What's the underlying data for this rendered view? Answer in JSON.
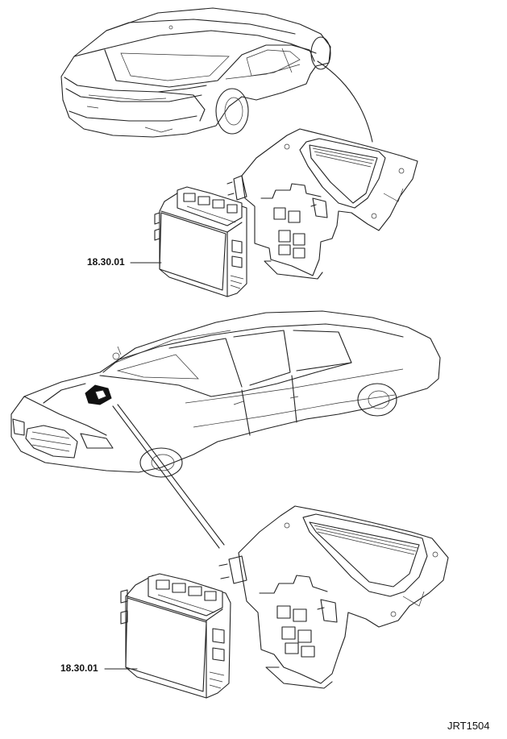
{
  "labels": {
    "part_ref_top": "18.30.01",
    "part_ref_bottom": "18.30.01",
    "figure_id": "JRT1504"
  }
}
